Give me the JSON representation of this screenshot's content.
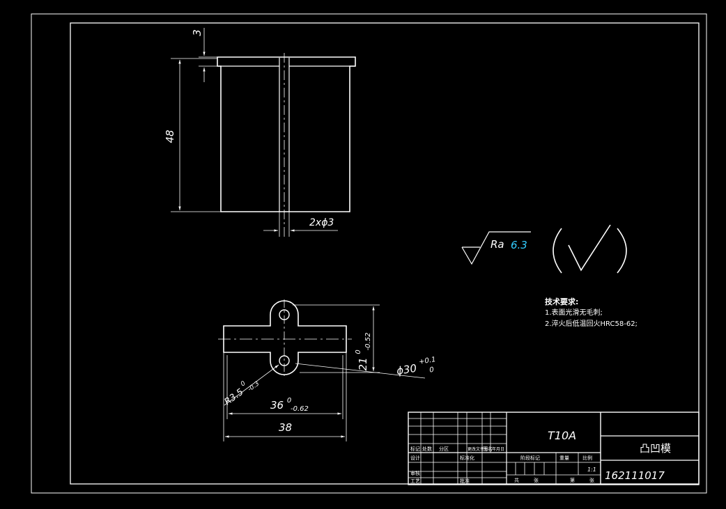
{
  "drawing": {
    "top_view": {
      "height_dim": "48",
      "step_dim": "3",
      "hole_dim": "2xϕ3"
    },
    "front_view": {
      "height_dim_base": "21",
      "height_dim_tol": "0",
      "height_dim_tol_low": "-0.52",
      "radius_dim_base": "R3.5",
      "radius_dim_tol": "0",
      "radius_dim_tol_low": "-0.3",
      "inner_width_base": "36",
      "inner_width_tol": "0",
      "inner_width_tol_low": "-0.62",
      "outer_width": "38",
      "diameter_dim_base": "ϕ30",
      "diameter_dim_tol": "+0.1",
      "diameter_dim_tol_low": "0"
    },
    "roughness": {
      "label": "Ra",
      "value": "6.3",
      "value_color": "#33ccff"
    },
    "tech_requirements": {
      "title": "技术要求:",
      "items": [
        "1.表面光滑无毛刺;",
        "2.淬火后低温回火HRC58-62;"
      ]
    },
    "title_block": {
      "material": "T10A",
      "part_name": "凸凹模",
      "drawing_no": "162111017",
      "scale": "1:1",
      "labels": [
        "标记",
        "处数",
        "分区",
        "更改文件号",
        "签名",
        "年月日",
        "设计",
        "标准化",
        "阶段标记",
        "重量",
        "比例",
        "审核",
        "工艺",
        "批准",
        "共",
        "张",
        "第",
        "张"
      ]
    }
  }
}
